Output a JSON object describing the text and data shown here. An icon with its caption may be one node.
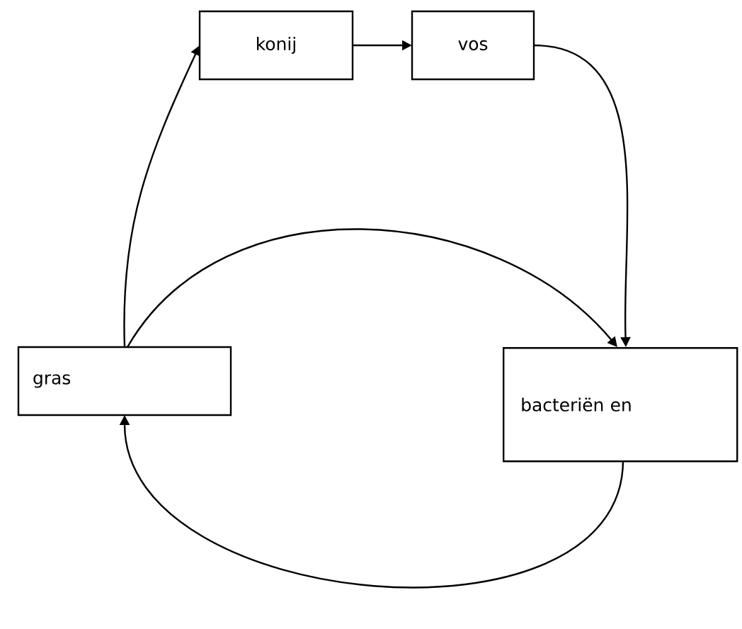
{
  "diagram": {
    "nodes": [
      {
        "text": [
          "konij"
        ]
      },
      {
        "text": [
          "vos"
        ]
      },
      {
        "text": [
          "gras"
        ]
      },
      {
        "text": [
          "bacteriën en"
        ]
      }
    ],
    "edges": [
      {
        "from": 2,
        "to": 0,
        "arrow": "to"
      },
      {
        "from": 0,
        "to": 1,
        "arrow": "to"
      },
      {
        "from": 1,
        "to": 3,
        "arrow": "to"
      },
      {
        "from": 2,
        "to": 3,
        "arrow": "to"
      },
      {
        "from": 3,
        "to": 2,
        "arrow": "to"
      }
    ]
  }
}
